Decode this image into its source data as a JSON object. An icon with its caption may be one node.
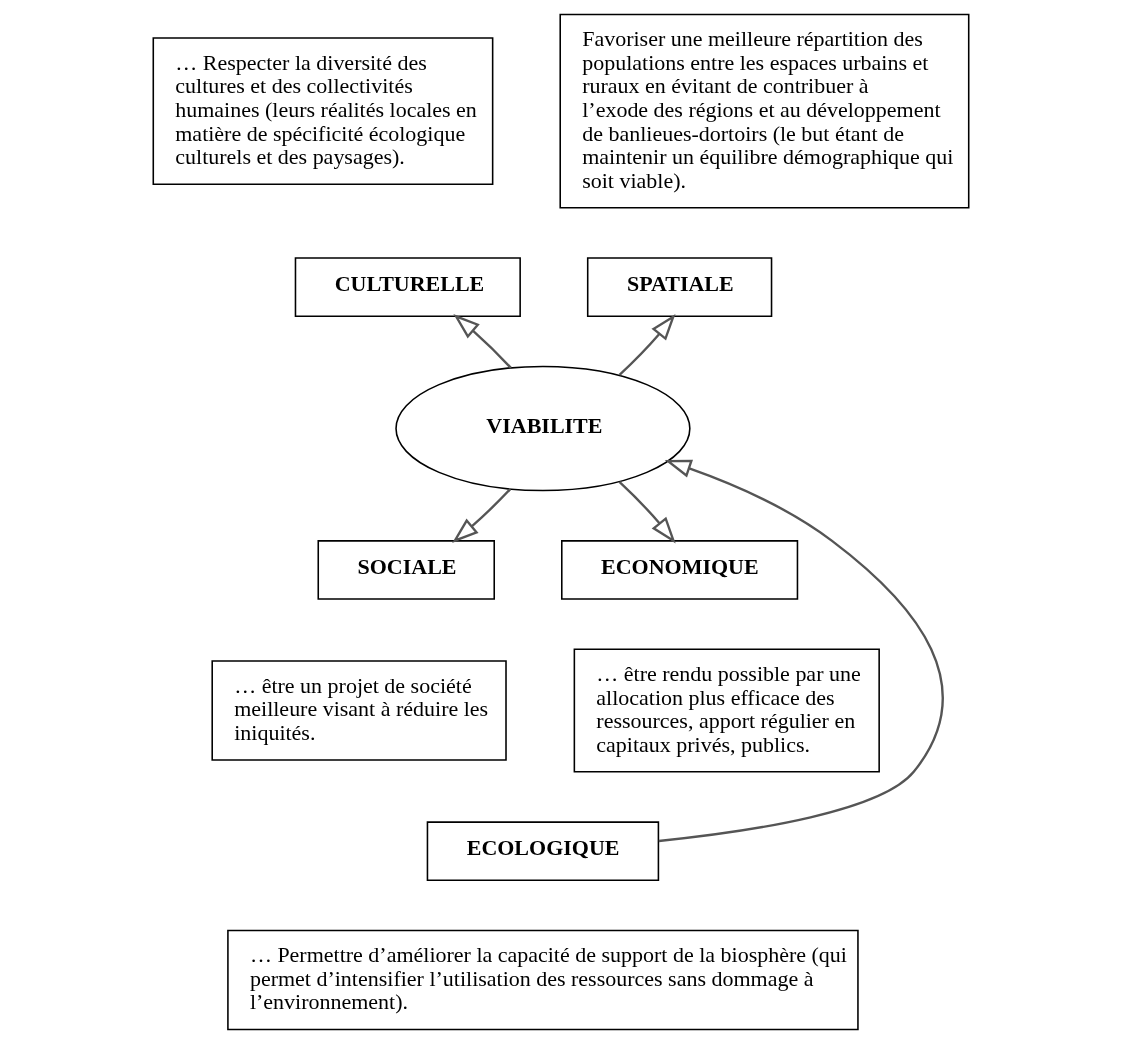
{
  "diagram": {
    "nodes": [
      {
        "text": [
          "… Respecter la diversité des cultures et des collectivités humaines (leurs réalités locales en matière de spécificité écologique culturels et des paysages)."
        ]
      },
      {
        "text": [
          "Favoriser une meilleure répartition des populations entre les espaces urbains et ruraux en évitant de contribuer à l’exode des régions et au développement de banlieues-dortoirs (le but étant de maintenir un équilibre démographique qui soit viable)."
        ]
      },
      {
        "text": [
          "CULTURELLE"
        ]
      },
      {
        "text": [
          "SPATIALE"
        ]
      },
      {
        "text": [
          "VIABILITE"
        ]
      },
      {
        "text": [
          "SOCIALE"
        ]
      },
      {
        "text": [
          "ECONOMIQUE"
        ]
      },
      {
        "text": [
          "… être un projet de société meilleure visant à réduire les iniquités."
        ]
      },
      {
        "text": [
          "… être rendu possible par une allocation plus efficace des ressources, apport régulier en capitaux privés, publics."
        ]
      },
      {
        "text": [
          "ECOLOGIQUE"
        ]
      },
      {
        "text": [
          "… Permettre d’améliorer la capacité de support de la biosphère (qui permet d’intensifier l’utilisation des ressources sans dommage à l’environnement)."
        ]
      }
    ],
    "edges": [
      {
        "from": 4,
        "to": 2,
        "arrow": "to"
      },
      {
        "from": 4,
        "to": 3,
        "arrow": "to"
      },
      {
        "from": 4,
        "to": 5,
        "arrow": "to"
      },
      {
        "from": 4,
        "to": 6,
        "arrow": "to"
      },
      {
        "from": 9,
        "to": 4,
        "arrow": "to"
      }
    ]
  }
}
